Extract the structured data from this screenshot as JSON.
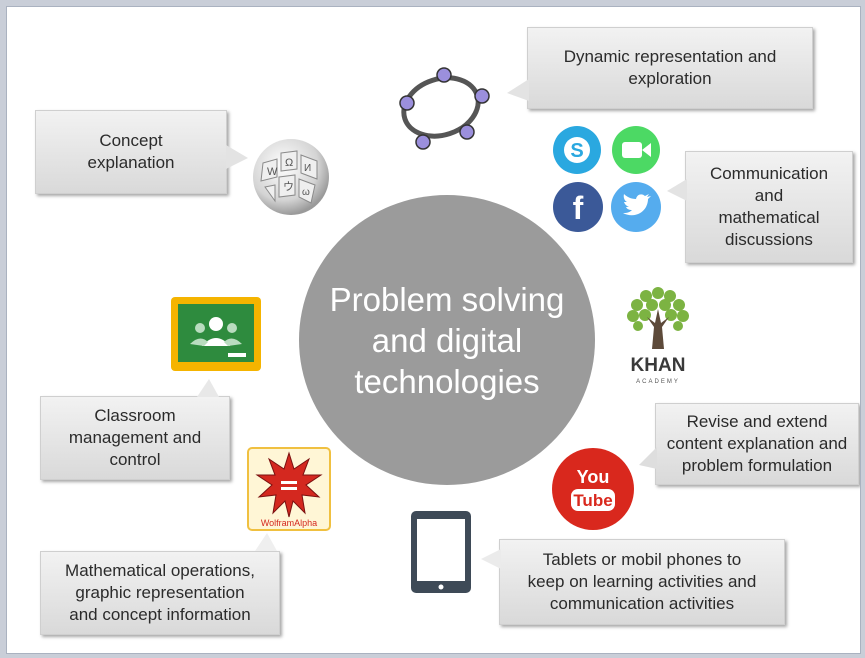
{
  "center": {
    "title": "Problem solving\nand digital\ntechnologies"
  },
  "callouts": {
    "concept": "Concept\nexplanation",
    "dynamic": "Dynamic representation and\nexploration",
    "communication": "Communication\nand\nmathematical\ndiscussions",
    "classroom": "Classroom\nmanagement and\ncontrol",
    "revise": "Revise and extend\ncontent explanation and\nproblem formulation",
    "mathematical": "Mathematical operations,\ngraphic representation\nand concept information",
    "tablets": "Tablets or mobil phones to\nkeep on learning activities and\ncommunication activities"
  },
  "logos": {
    "khan": "KHAN",
    "khan_sub": "ACADEMY",
    "youtube_top": "You",
    "youtube_bottom": "Tube",
    "wolfram": "WolframAlpha",
    "facebook": "f"
  },
  "icons": [
    "wikipedia-globe-icon",
    "geogebra-icon",
    "skype-icon",
    "facetime-icon",
    "facebook-icon",
    "twitter-icon",
    "google-classroom-icon",
    "khan-academy-icon",
    "wolfram-alpha-icon",
    "youtube-icon",
    "tablet-icon"
  ],
  "colors": {
    "center_circle": "#9b9b9b",
    "callout": "#e6e6e6",
    "skype": "#2aa8e0",
    "facetime": "#4cd964",
    "facebook": "#3b5998",
    "twitter": "#55acee",
    "classroom": "#2e8b3e",
    "youtube": "#d9281d",
    "khan_green": "#7cb342"
  }
}
